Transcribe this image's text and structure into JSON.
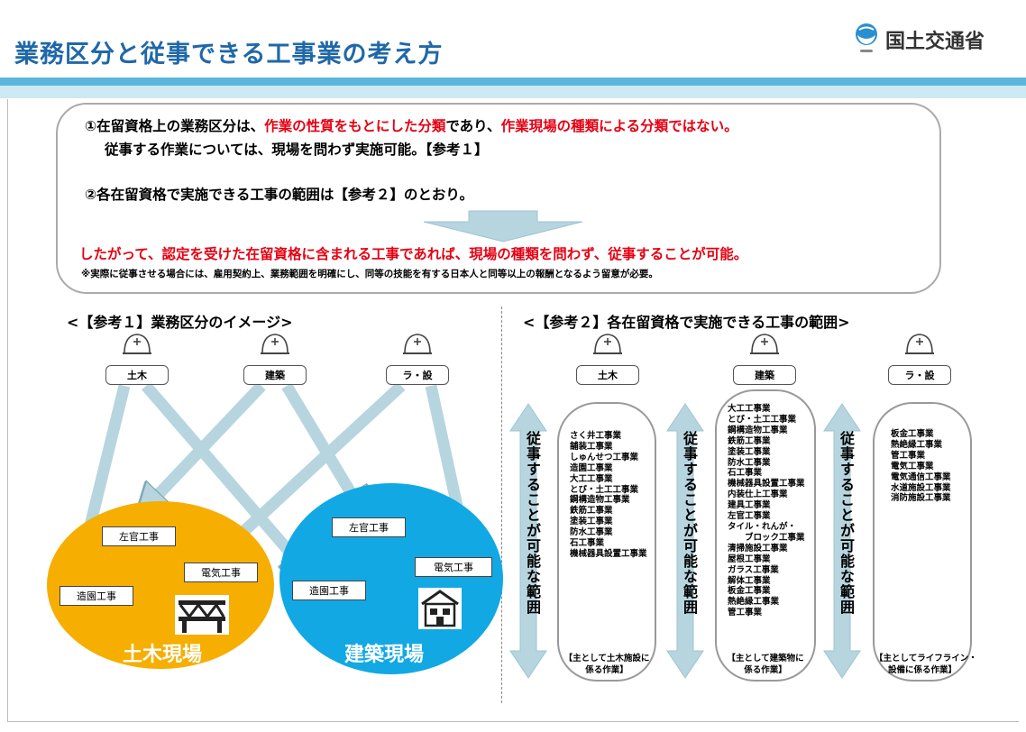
{
  "header": {
    "title": "業務区分と従事できる工事業の考え方",
    "org_name": "国土交通省",
    "logo_icon": "mlit-logo-icon"
  },
  "summary": {
    "line1_a": "①在留資格上の業務区分は、",
    "line1_b": "作業の性質をもとにした分類",
    "line1_c": "であり、",
    "line1_d": "作業現場の種類による分類ではない。",
    "line1_cont": "従事する作業については、現場を問わず実施可能。【参考１】",
    "line2": "②各在留資格で実施できる工事の範囲は【参考２】のとおり。",
    "conclusion": "したがって、認定を受けた在留資格に含まれる工事であれば、現場の種類を問わず、従事することが可能。",
    "note": "※実際に従事させる場合には、雇用契約上、業務範囲を明確にし、同等の技能を有する日本人と同等以上の報酬となるよう留意が必要。"
  },
  "ref1": {
    "title": "<【参考１】業務区分のイメージ>",
    "workers": [
      "土木",
      "建築",
      "ラ・設"
    ],
    "civil_site": {
      "label": "土木現場",
      "works": [
        "左官工事",
        "電気工事",
        "造園工事"
      ]
    },
    "arch_site": {
      "label": "建築現場",
      "works": [
        "左官工事",
        "造園工事",
        "電気工事"
      ]
    }
  },
  "ref2": {
    "title": "<【参考２】各在留資格で実施できる工事の範囲>",
    "scope_label": "従事することが可能な範囲",
    "columns": [
      {
        "worker": "土木",
        "list": "さく井工事業\n舗装工事業\nしゅんせつ工事業\n造園工事業\n大工工事業\nとび・土工工事業\n鋼構造物工事業\n鉄筋工事業\n塗装工事業\n防水工事業\n石工事業\n機械器具設置工事業",
        "note": "【主として土木施設に\n係る作業】"
      },
      {
        "worker": "建築",
        "list": "大工工事業\nとび・土工工事業\n鋼構造物工事業\n鉄筋工事業\n塗装工事業\n防水工事業\n石工事業\n機械器具設置工事業\n内装仕上工事業\n建具工事業\n左官工事業\nタイル・れんが・\n　　ブロック工事業\n清掃施設工事業\n屋根工事業\nガラス工事業\n解体工事業\n板金工事業\n熱絶縁工事業\n管工事業",
        "note": "【主として建築物に\n係る作業】"
      },
      {
        "worker": "ラ・設",
        "list": "板金工事業\n熱絶縁工事業\n管工事業\n電気工事業\n電気通信工事業\n水道施設工事業\n消防施設工事業",
        "note": "【主としてライフライン・\n設備に係る作業】"
      }
    ]
  },
  "colors": {
    "title_blue": "#1f68a8",
    "band_blue": "#5ab7dc",
    "band_light": "#cde9f4",
    "emphasis_red": "#e60012",
    "civil_orange": "#f6ae00",
    "arch_blue": "#12a8e4",
    "arrow_fill": "#b7d5df"
  }
}
